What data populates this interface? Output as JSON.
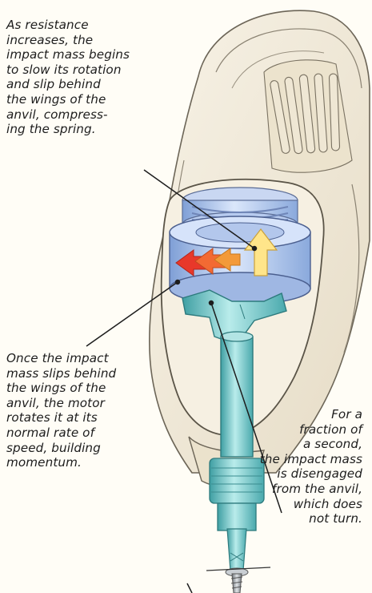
{
  "captions": {
    "resistance": "As resistance\nincreases, the\nimpact mass begins\nto slow its rotation\nand slip behind\nthe wings of the\nanvil, compress-\ning the spring.",
    "slips": "Once the impact\nmass slips behind\nthe wings of the\nanvil, the motor\nrotates it at its\nnormal rate of\nspeed, building\nmomentum.",
    "fraction": "For a\nfraction of\na second,\nthe impact mass\nis disengaged\nfrom the anvil,\nwhich does\nnot turn."
  },
  "colors": {
    "background": "#fffdf6",
    "housing": "#f2ebda",
    "housing_line": "#6c6557",
    "mass_blue": "#a9c4ec",
    "anvil_teal": "#6fc3c5",
    "arrow_red": "#e8382a",
    "arrow_orange": "#f39a3a",
    "arrow_yellow": "#ffe58a"
  },
  "icons": [
    "rotation-arrows-icon",
    "compression-arrow-icon"
  ]
}
